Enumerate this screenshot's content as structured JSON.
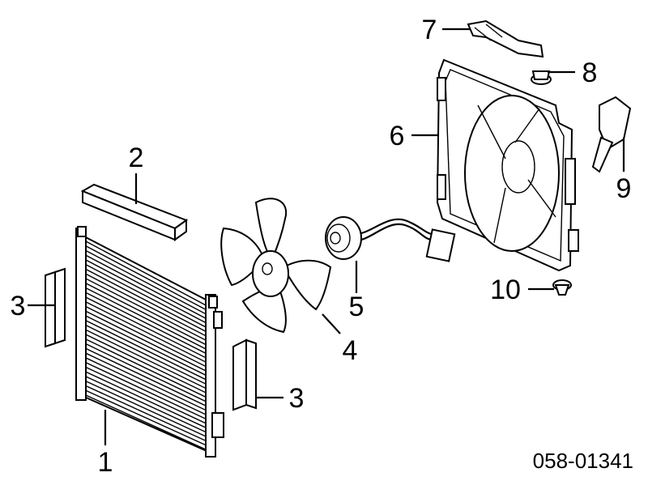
{
  "diagram": {
    "callouts": {
      "c1": "1",
      "c2": "2",
      "c3a": "3",
      "c3b": "3",
      "c4": "4",
      "c5": "5",
      "c6": "6",
      "c7": "7",
      "c8": "8",
      "c9": "9",
      "c10": "10"
    },
    "reference_code": "058-01341"
  }
}
